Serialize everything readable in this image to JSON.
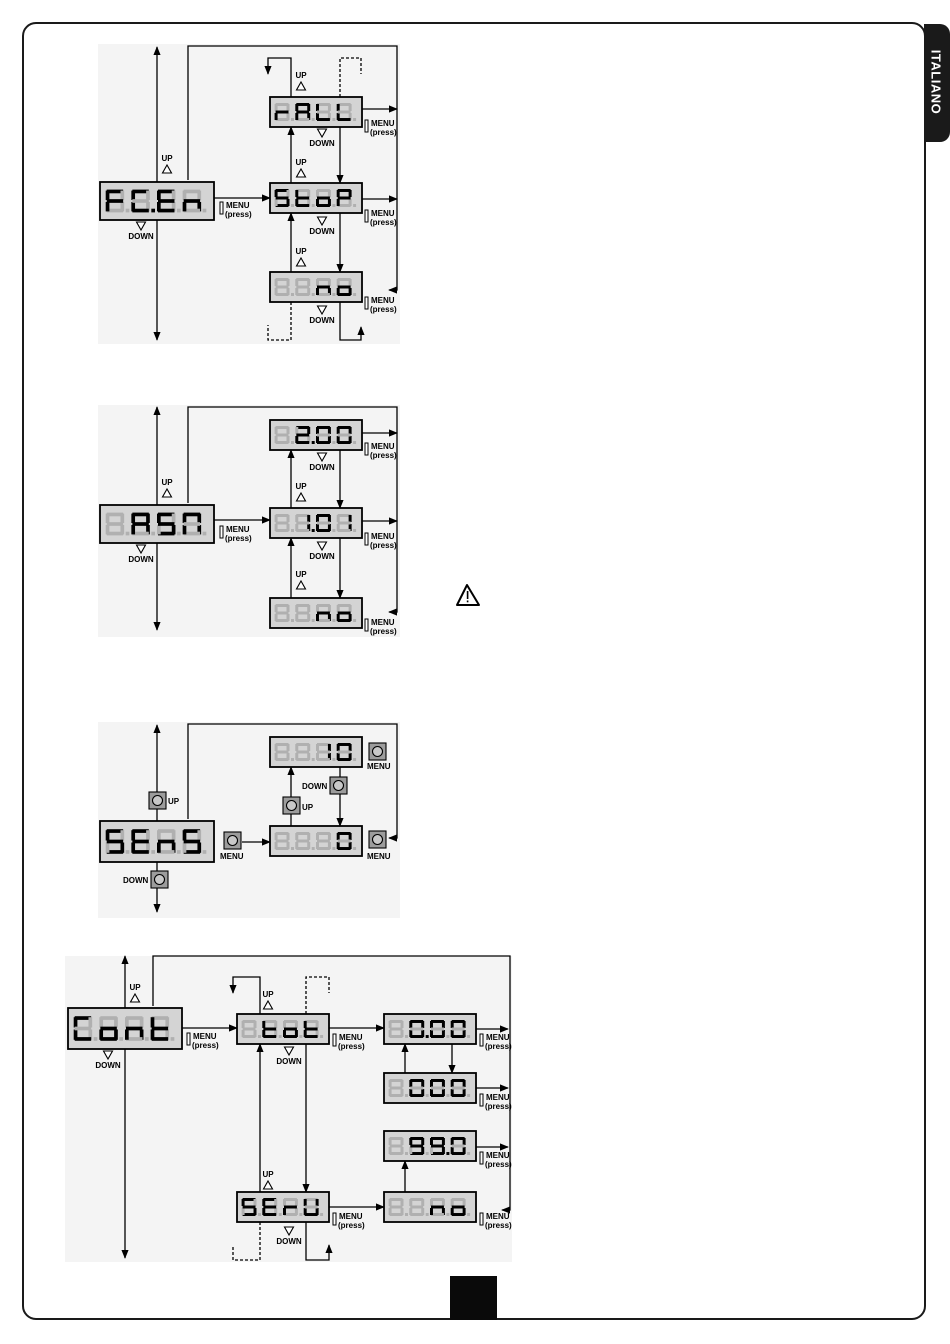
{
  "side_tab": {
    "label": "ITALIANO"
  },
  "warning_icon": "warning-triangle-icon",
  "labels": {
    "up": "UP",
    "down": "DOWN",
    "menu": "MENU",
    "press": "(press)"
  },
  "sections": [
    {
      "name": "fcen",
      "main_display": "FC.En",
      "options": [
        "rALL",
        "StoP",
        "no"
      ]
    },
    {
      "name": "asm",
      "main_display": "ASM",
      "options": [
        "2.00",
        "1.01",
        "no"
      ]
    },
    {
      "name": "sens",
      "main_display": "SEnS",
      "options": [
        "10",
        "0"
      ]
    },
    {
      "name": "cont",
      "main_display": "Cont",
      "options": [
        "tot",
        "SErV"
      ],
      "values": [
        "0.00",
        "000",
        "99.0",
        "no"
      ]
    }
  ],
  "colors": {
    "display_bg": "#d4d4d4",
    "segment_on": "#000000",
    "segment_off": "#b0b0b0",
    "button_bg": "#9c9c9c"
  }
}
